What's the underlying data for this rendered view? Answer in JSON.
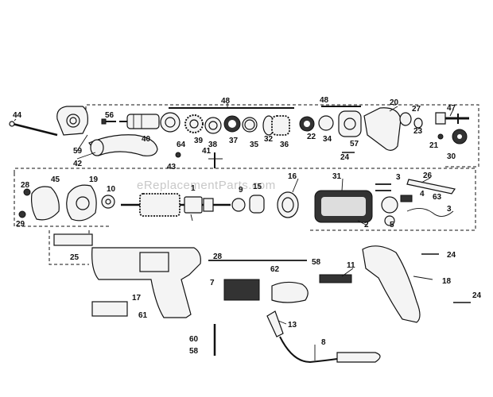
{
  "watermark": "eReplacementParts.com",
  "labels": {
    "l44": "44",
    "l56": "56",
    "l48a": "48",
    "l48b": "48",
    "l20": "20",
    "l27": "27",
    "l47": "47",
    "l59": "59",
    "l42": "42",
    "l40": "40",
    "l64": "64",
    "l39": "39",
    "l38": "38",
    "l37": "37",
    "l35": "35",
    "l32": "32",
    "l36": "36",
    "l22": "22",
    "l34": "34",
    "l57": "57",
    "l24a": "24",
    "l23": "23",
    "l21": "21",
    "l30": "30",
    "l41": "41",
    "l43": "43",
    "l28a": "28",
    "l45": "45",
    "l19": "19",
    "l10": "10",
    "l1": "1",
    "l9": "9",
    "l15": "15",
    "l16": "16",
    "l31": "31",
    "l3a": "3",
    "l26": "26",
    "l4": "4",
    "l63": "63",
    "l29": "29",
    "l2": "2",
    "l5": "5",
    "l3b": "3",
    "l25": "25",
    "l28b": "28",
    "l58a": "58",
    "l62": "62",
    "l11": "11",
    "l24b": "24",
    "l7": "7",
    "l17": "17",
    "l18": "18",
    "l61": "61",
    "l24c": "24",
    "l13": "13",
    "l60": "60",
    "l58b": "58",
    "l8": "8"
  }
}
